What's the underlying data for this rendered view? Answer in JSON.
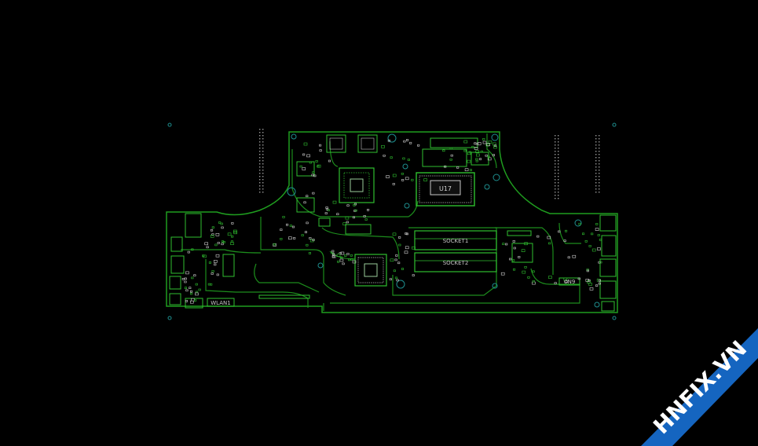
{
  "board": {
    "labels": {
      "u17": "U17",
      "socket1": "SOCKET1",
      "socket2": "SOCKET2",
      "wlan": "WLAN1",
      "cn9": "CN9"
    }
  },
  "watermark": {
    "text": "HNFIX.VN",
    "band_color": "#1565c0",
    "text_color": "#ffffff",
    "accent_color": "#e53935"
  },
  "colors": {
    "background": "#000000",
    "outline": "#1f9e1f",
    "component": "#2fbf2f",
    "silk": "#d9d9d9"
  }
}
